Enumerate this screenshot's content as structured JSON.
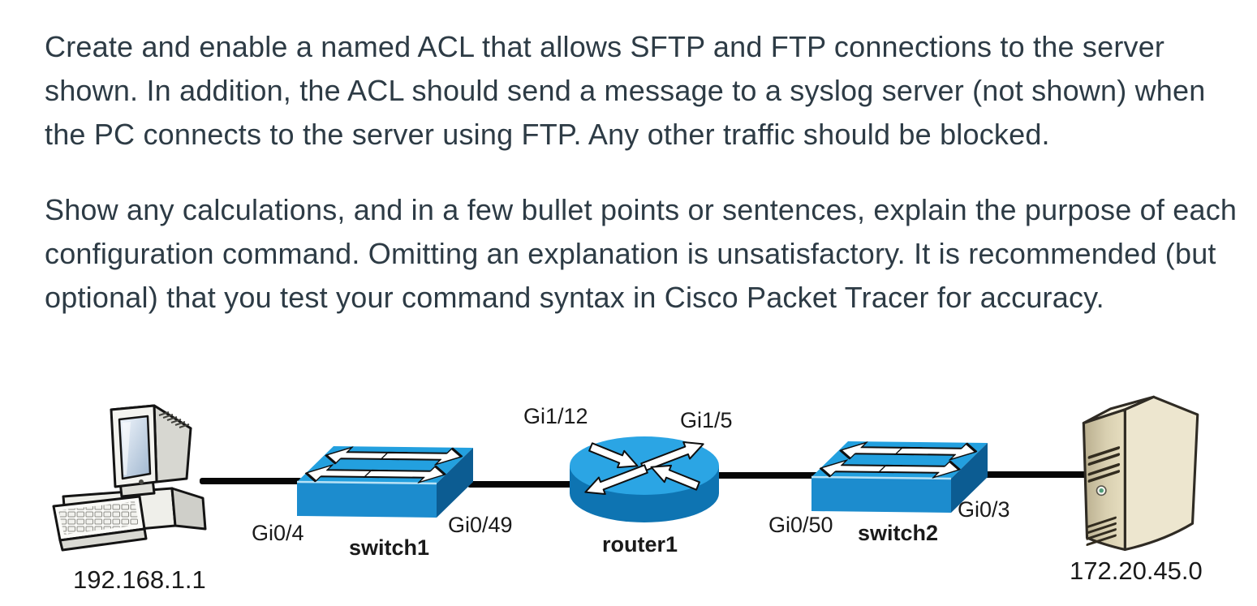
{
  "question": {
    "paragraph1": "Create and enable a named ACL that allows SFTP and FTP connections to the server shown. In addition, the ACL should send a message to a syslog server (not shown) when the PC connects to the server using FTP. Any other traffic should be blocked.",
    "paragraph2": "Show any calculations, and in a few bullet points or sentences, explain the purpose of each configuration command. Omitting an explanation is unsatisfactory. It is recommended (but optional) that you test your command syntax in Cisco Packet Tracer for accuracy."
  },
  "diagram": {
    "devices": {
      "pc": {
        "ip": "192.168.1.1",
        "icon": "desktop-pc-icon"
      },
      "switch1": {
        "name": "switch1",
        "port_left": "Gi0/4",
        "port_right": "Gi0/49",
        "icon": "cisco-switch-icon"
      },
      "router1": {
        "name": "router1",
        "port_left": "Gi1/12",
        "port_right": "Gi1/5",
        "icon": "cisco-router-icon"
      },
      "switch2": {
        "name": "switch2",
        "port_left": "Gi0/50",
        "port_right": "Gi0/3",
        "icon": "cisco-switch-icon"
      },
      "server": {
        "ip": "172.20.45.0",
        "icon": "server-tower-icon"
      }
    },
    "colors": {
      "body_text": "#2D3B45",
      "label_text": "#1A1A1A",
      "cable": "#060606",
      "switch_top": "#23A0DF",
      "switch_front": "#1C8CCE",
      "switch_side": "#0C5C92",
      "router_top": "#2BA5E4",
      "router_body": "#0E74B2",
      "server_side": "#EDE6CF",
      "server_front_dark": "#B9AE8E",
      "server_front_light": "#E7DEC0"
    }
  }
}
